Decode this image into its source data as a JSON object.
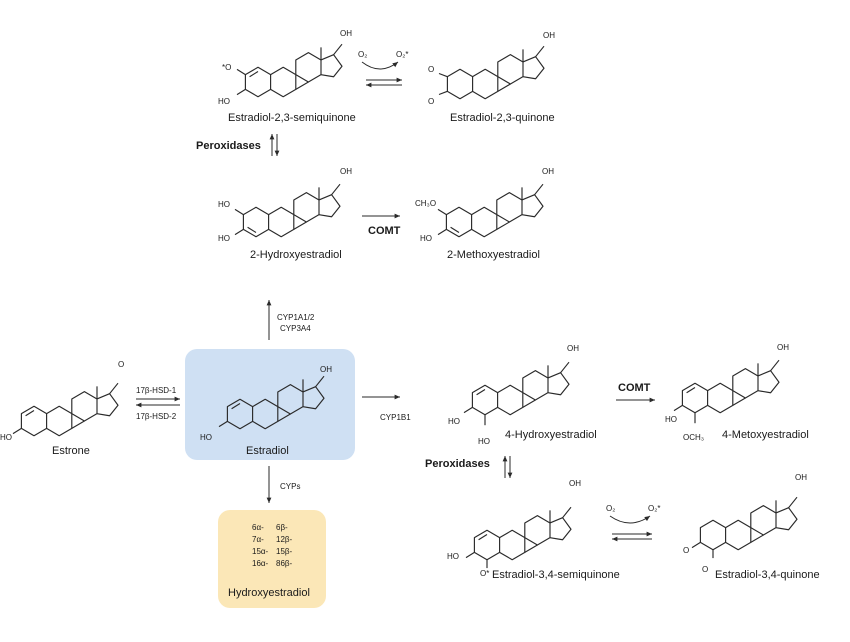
{
  "compounds": {
    "estradiol_23_semiquinone": "Estradiol-2,3-semiquinone",
    "estradiol_23_quinone": "Estradiol-2,3-quinone",
    "hydroxyestradiol_2": "2-Hydroxyestradiol",
    "methoxyestradiol_2": "2-Methoxyestradiol",
    "estrone": "Estrone",
    "estradiol": "Estradiol",
    "hydroxyestradiol_4": "4-Hydroxyestradiol",
    "metoxyestradiol_4": "4-Metoxyestradiol",
    "estradiol_34_semiquinone": "Estradiol-3,4-semiquinone",
    "estradiol_34_quinone": "Estradiol-3,4-quinone",
    "hydroxyestradiol": "Hydroxyestradiol"
  },
  "enzymes": {
    "peroxidases_top": "Peroxidases",
    "comt_top": "COMT",
    "cyp1a1": "CYP1A1/2",
    "cyp3a4": "CYP3A4",
    "hsd1": "17β-HSD-1",
    "hsd2": "17β-HSD-2",
    "cyp1b1": "CYP1B1",
    "comt_right": "COMT",
    "peroxidases_bottom": "Peroxidases",
    "cyps": "CYPs"
  },
  "oxygen": {
    "o2_top": "O₂",
    "o2star_top": "O₂*",
    "o2_bottom": "O₂",
    "o2star_bottom": "O₂*"
  },
  "atoms": {
    "oh": "OH",
    "ho": "HO",
    "o": "O",
    "o_radical_left": "*O",
    "o_radical_bottom": "O*",
    "ch3o": "CH₃O",
    "och3": "OCH₃"
  },
  "hydroxy_positions": [
    [
      "6α-",
      "6β-"
    ],
    [
      "7α-",
      "12β-"
    ],
    [
      "15α-",
      "15β-"
    ],
    [
      "16α-",
      "86β-"
    ]
  ],
  "colors": {
    "estradiol_box": "#cfe0f3",
    "hydroxyestradiol_box": "#fbe7b7"
  }
}
